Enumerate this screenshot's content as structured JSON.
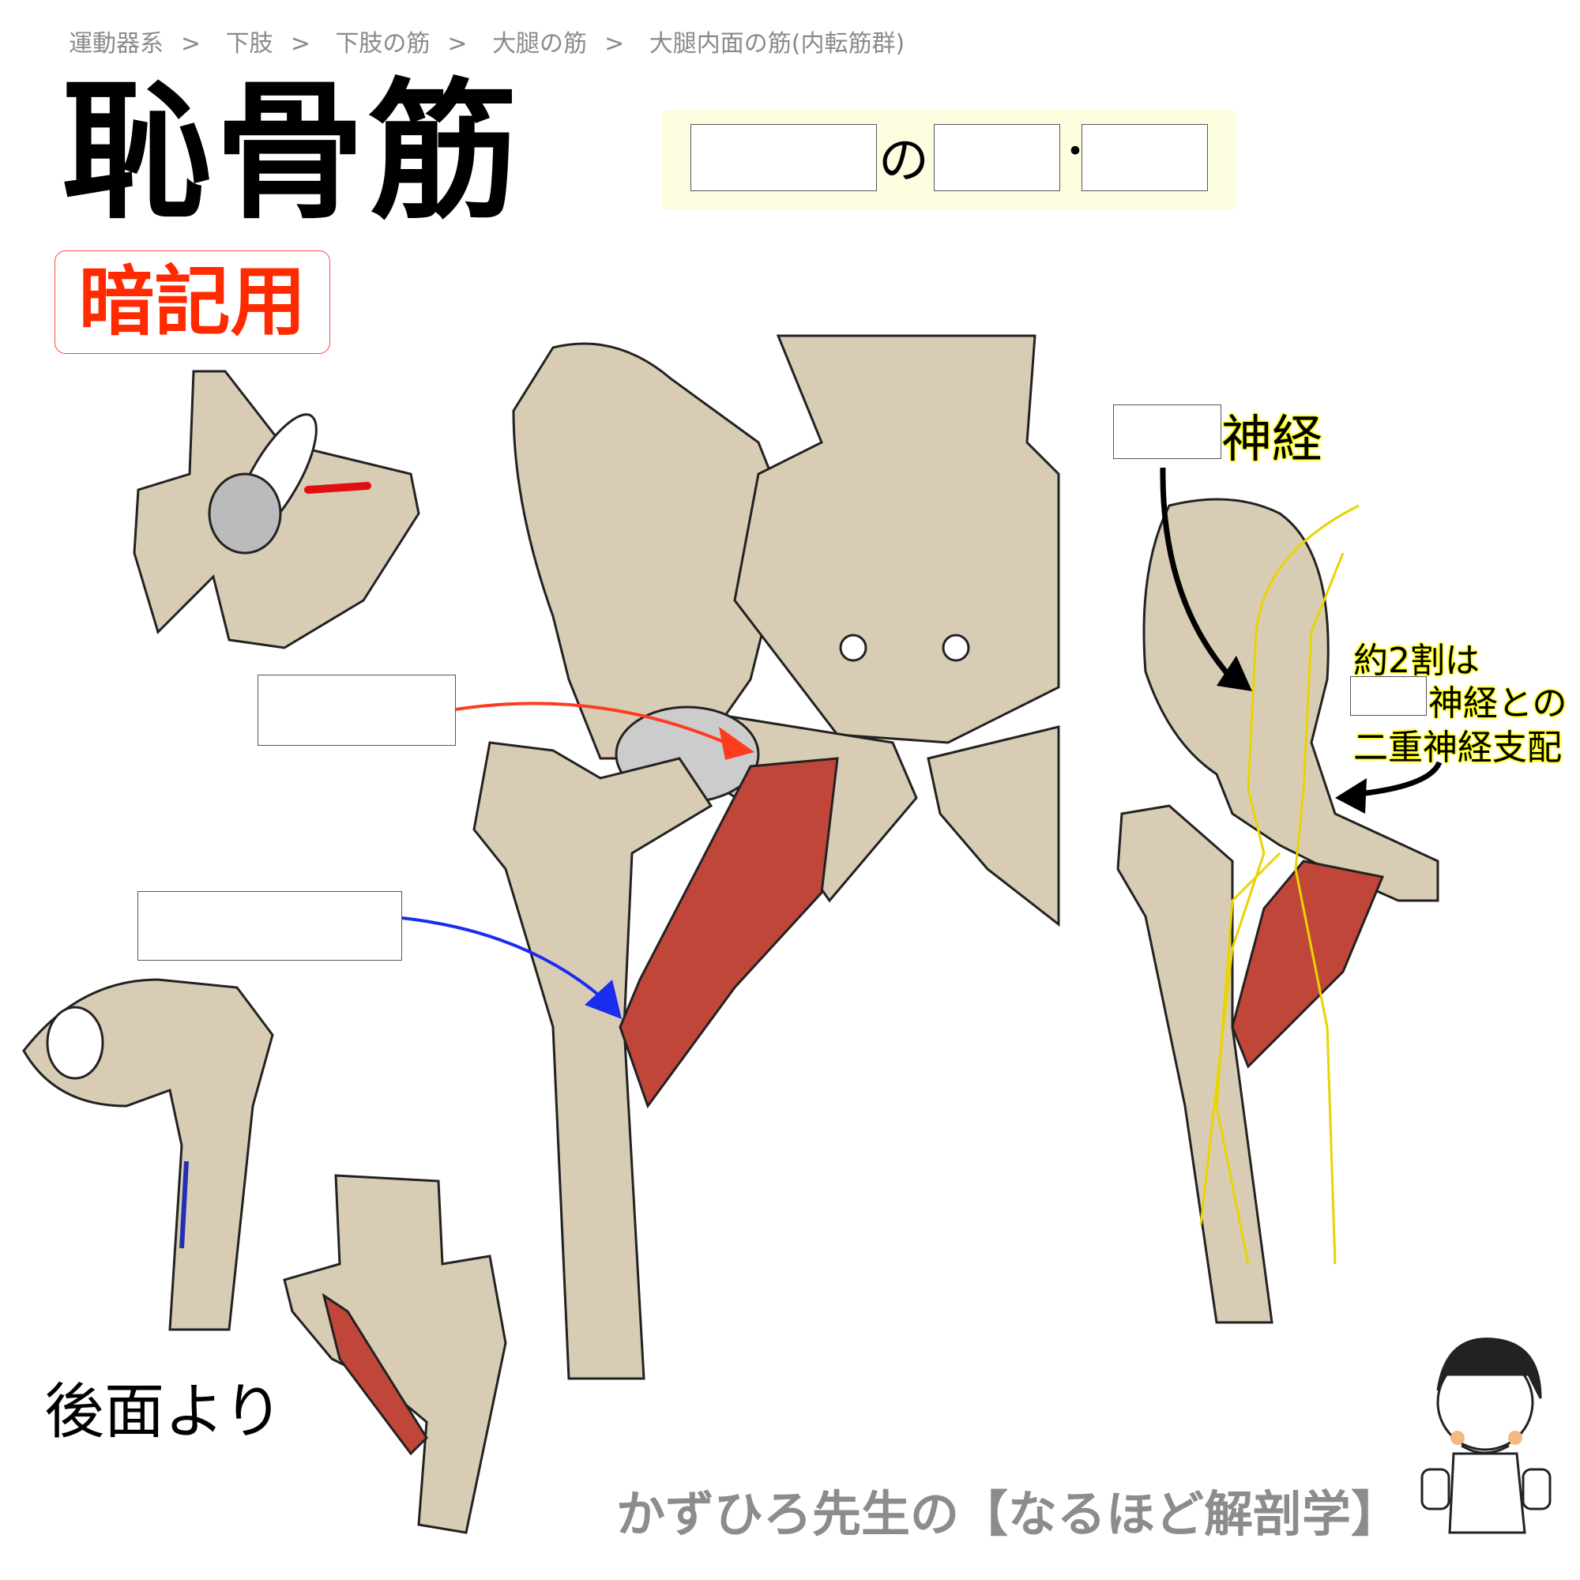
{
  "breadcrumb": [
    "運動器系",
    "下肢",
    "下肢の筋",
    "大腿の筋",
    "大腿内面の筋(内転筋群)"
  ],
  "breadcrumb_separator": ">",
  "title": "恥骨筋",
  "function_quiz": {
    "connector": "の",
    "dot": "・"
  },
  "memo_badge": "暗記用",
  "nerve": {
    "label_suffix": "神経",
    "note_line1": "約2割は",
    "note_line2_suffix": "神経との",
    "note_line3": "二重神経支配"
  },
  "posterior_label": "後面より",
  "footer": "かずひろ先生の【なるほど解剖学】",
  "colors": {
    "origin_arrow": "#ff3b1f",
    "insertion_arrow": "#1a2cf0",
    "muscle": "#c0463a",
    "bone": "#d8cdb4",
    "memo": "#ff2a00",
    "nerve": "#e8d400"
  }
}
